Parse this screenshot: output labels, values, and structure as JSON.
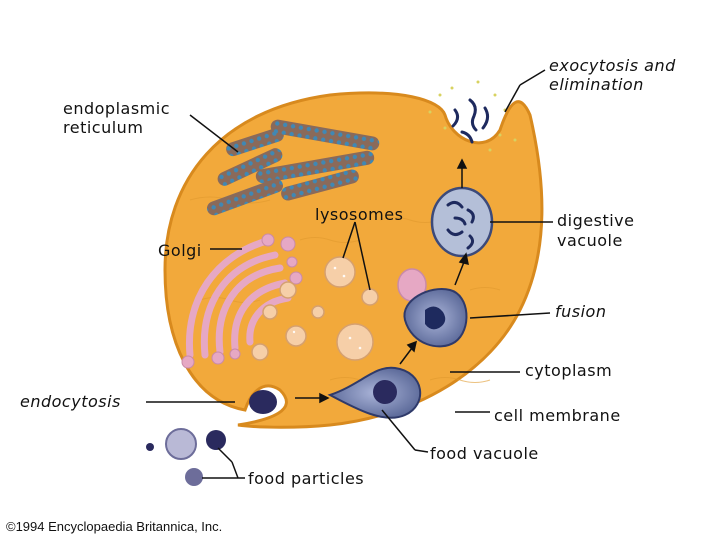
{
  "labels": {
    "endoplasmic_reticulum": [
      "endoplasmic",
      "reticulum"
    ],
    "exocytosis": [
      "exocytosis and",
      "elimination"
    ],
    "lysosomes": "lysosomes",
    "golgi": "Golgi",
    "digestive_vacuole": [
      "digestive",
      "vacuole"
    ],
    "fusion": "fusion",
    "cytoplasm": "cytoplasm",
    "endocytosis": "endocytosis",
    "cell_membrane": "cell membrane",
    "food_vacuole": "food vacuole",
    "food_particles": "food particles"
  },
  "copyright": "©1994 Encyclopaedia Britannica, Inc.",
  "colors": {
    "cytoplasm": "#f2a93b",
    "membrane": "#d88a1e",
    "er_fill": "#8a6a5a",
    "er_dots": "#3f88b5",
    "golgi": "#e6a8c4",
    "lysosome": "#f6cfa8",
    "vacuole": "#6b78a8",
    "particle_dark": "#2a2a5e",
    "particle_light": "#b9b9d6"
  }
}
